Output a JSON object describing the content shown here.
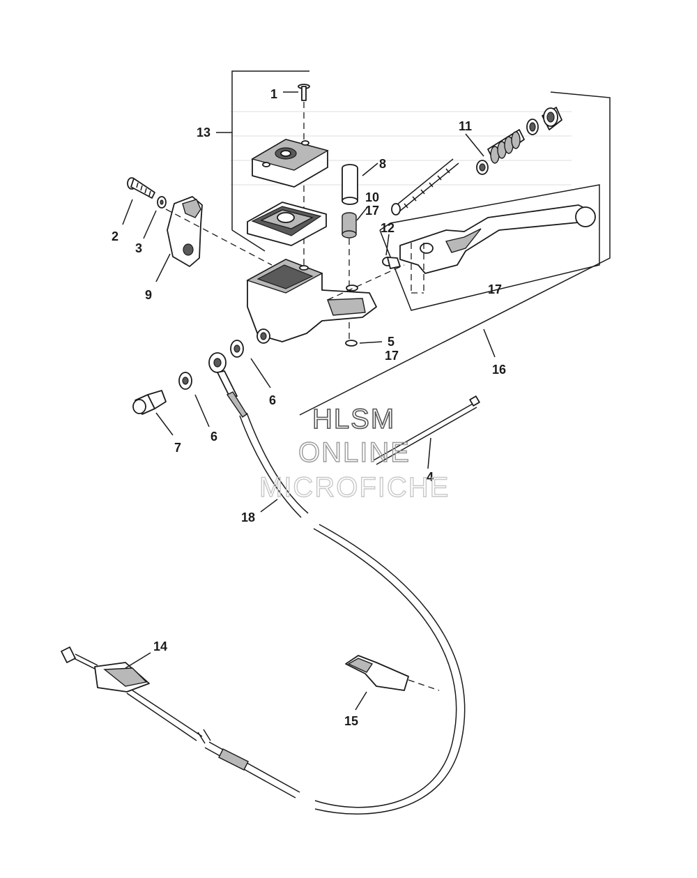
{
  "watermark": {
    "line1": "HLSM",
    "line2": "ONLINE",
    "line3": "MICROFICHE"
  },
  "callouts": {
    "c1": "1",
    "c2": "2",
    "c3": "3",
    "c4": "4",
    "c5": "5",
    "c5b": "17",
    "c6a": "6",
    "c6b": "6",
    "c7": "7",
    "c8": "8",
    "c9": "9",
    "c10": "10",
    "c10b": "17",
    "c11": "11",
    "c12": "12",
    "c13": "13",
    "c14": "14",
    "c15": "15",
    "c16": "16",
    "c17": "17",
    "c18": "18"
  }
}
